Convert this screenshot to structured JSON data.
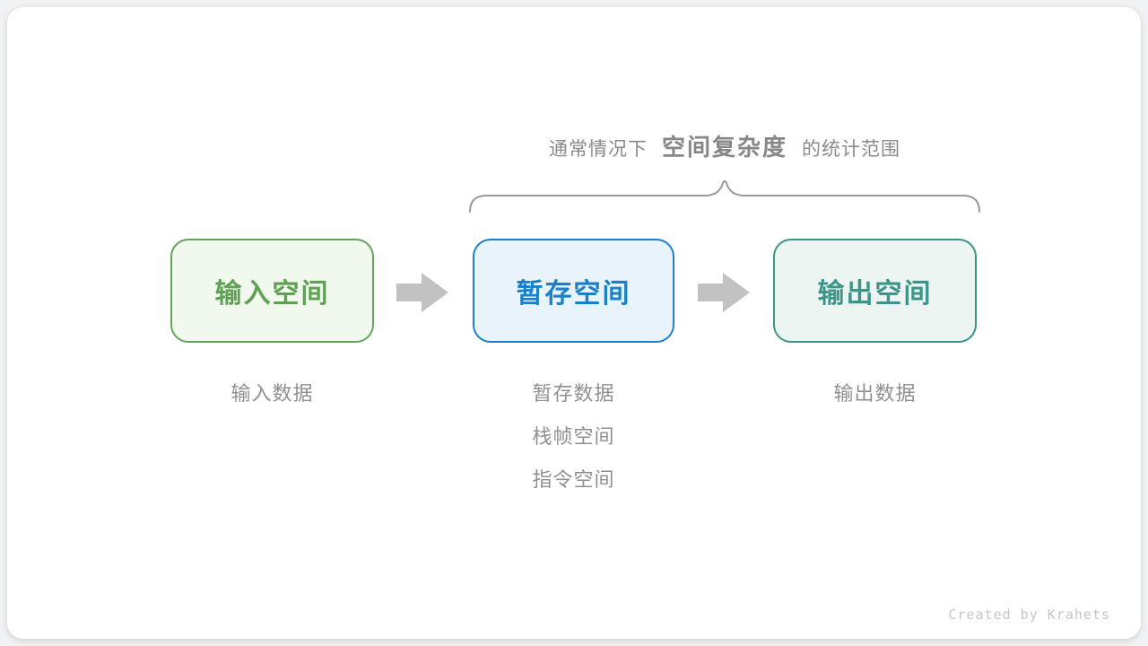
{
  "page": {
    "background_color": "#f1f2f4",
    "card_color": "#ffffff"
  },
  "header": {
    "prefix": "通常情况下",
    "highlight": "空间复杂度",
    "suffix": "的统计范围",
    "text_color": "#8a8a8a"
  },
  "brace": {
    "color": "#999999",
    "spans_boxes": [
      "暂存空间",
      "输出空间"
    ]
  },
  "boxes": [
    {
      "id": "input-space",
      "label": "输入空间",
      "border_color": "#67a35e",
      "background_color": "#f1f8ed",
      "text_color": "#5fa054"
    },
    {
      "id": "temp-space",
      "label": "暂存空间",
      "border_color": "#1f80c9",
      "background_color": "#e8f3fc",
      "text_color": "#1a80c8"
    },
    {
      "id": "output-space",
      "label": "输出空间",
      "border_color": "#3d9488",
      "background_color": "#ecf5f2",
      "text_color": "#3d9488"
    }
  ],
  "arrows": {
    "color": "#c2c2c2",
    "count": 2
  },
  "notes": [
    {
      "box": "input-space",
      "lines": [
        "输入数据"
      ]
    },
    {
      "box": "temp-space",
      "lines": [
        "暂存数据",
        "栈帧空间",
        "指令空间"
      ]
    },
    {
      "box": "output-space",
      "lines": [
        "输出数据"
      ]
    }
  ],
  "footer": {
    "credit": "Created by Krahets",
    "text_color": "#c6c6c6"
  }
}
